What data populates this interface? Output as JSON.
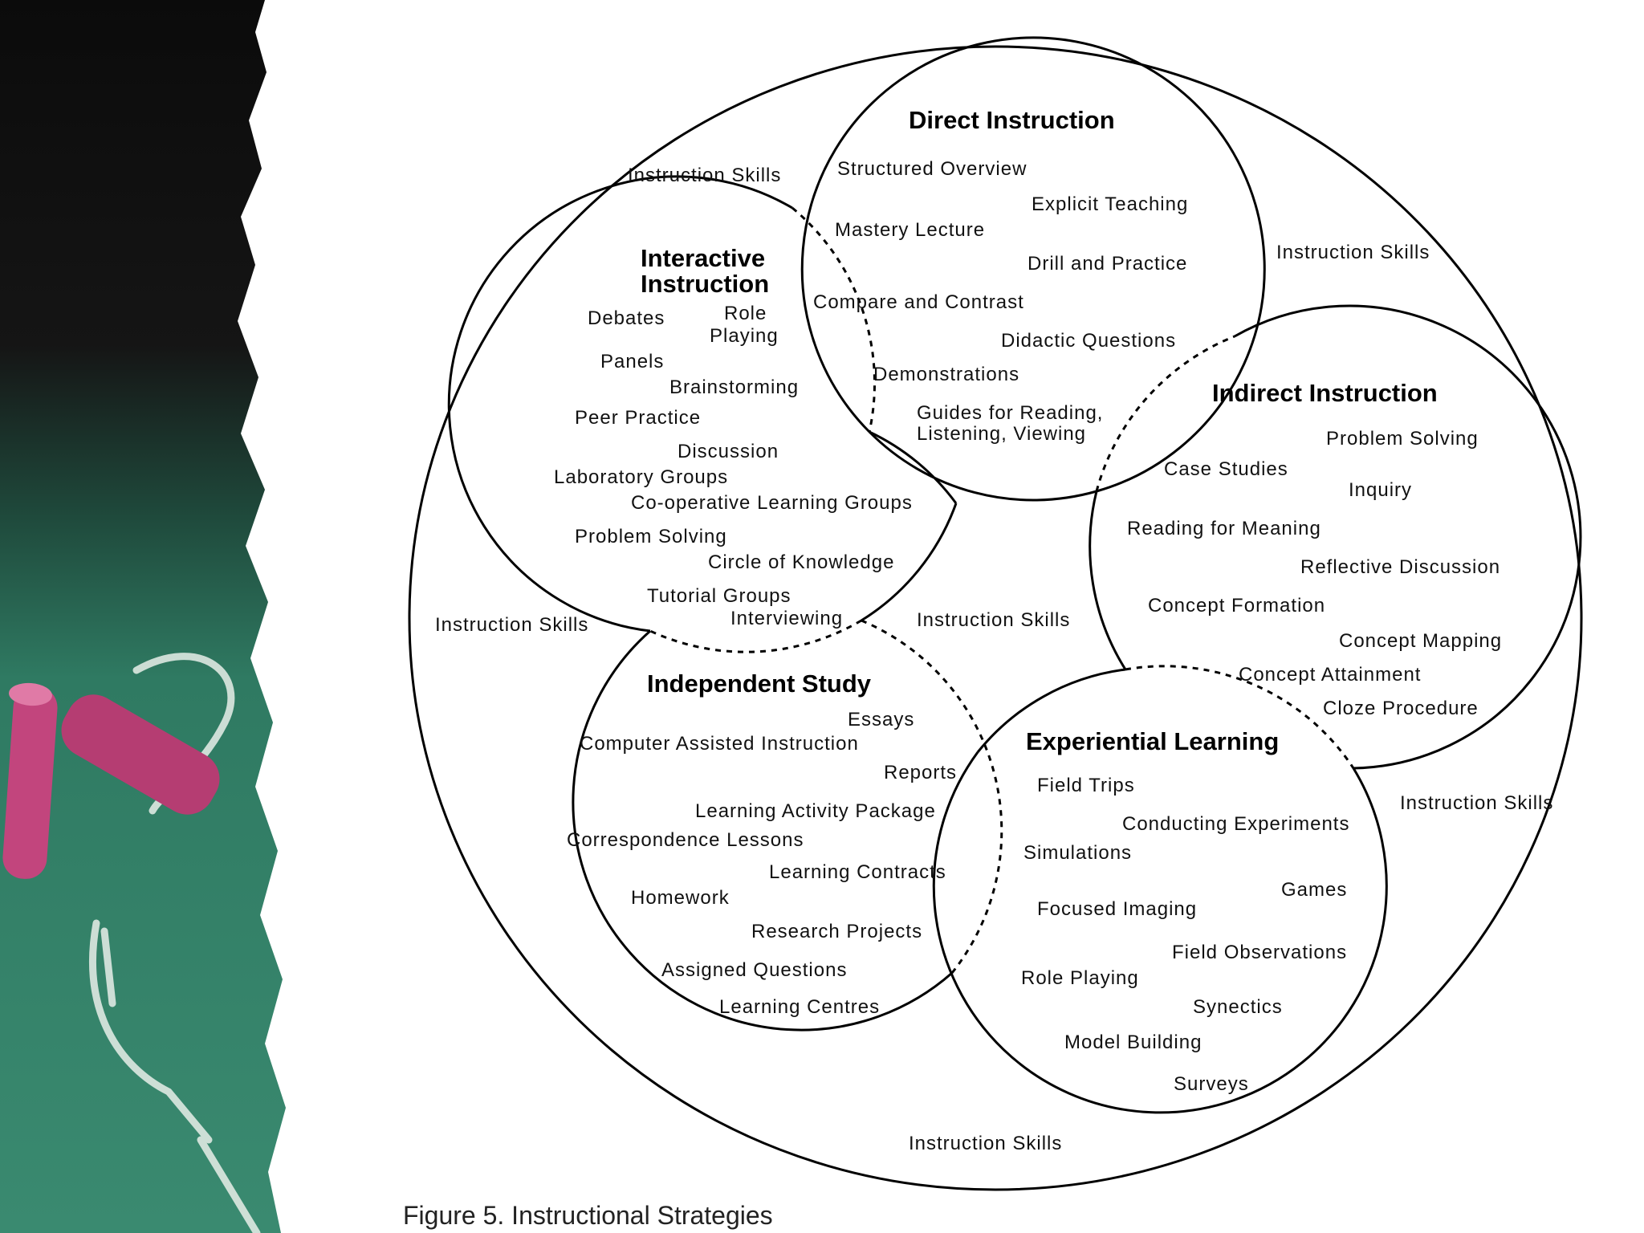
{
  "caption": "Figure 5. Instructional Strategies",
  "colors": {
    "chalkboard_green": "#2f7a62",
    "chalkboard_dark": "#0b0b0b",
    "chalk_pink": "#c2457d",
    "chalk_white": "#e8efe9",
    "diagram_line": "#000000"
  },
  "diagram": {
    "outer_label": "Instruction Skills",
    "circles": {
      "direct": {
        "title": "Direct Instruction",
        "items": [
          "Structured Overview",
          "Explicit Teaching",
          "Mastery Lecture",
          "Drill and Practice",
          "Compare and Contrast",
          "Didactic Questions",
          "Demonstrations",
          "Guides for Reading,",
          "Listening, Viewing"
        ]
      },
      "interactive": {
        "title_line1": "Interactive",
        "title_line2": "Instruction",
        "items": [
          "Debates",
          "Role",
          "Playing",
          "Panels",
          "Brainstorming",
          "Peer Practice",
          "Discussion",
          "Laboratory Groups",
          "Co-operative Learning Groups",
          "Problem Solving",
          "Circle of Knowledge",
          "Tutorial Groups",
          "Interviewing"
        ]
      },
      "indirect": {
        "title": "Indirect Instruction",
        "items": [
          "Problem Solving",
          "Case Studies",
          "Inquiry",
          "Reading for Meaning",
          "Reflective Discussion",
          "Concept Formation",
          "Concept Mapping",
          "Concept Attainment",
          "Cloze Procedure"
        ]
      },
      "independent": {
        "title": "Independent Study",
        "items": [
          "Essays",
          "Computer Assisted Instruction",
          "Reports",
          "Learning Activity Package",
          "Correspondence Lessons",
          "Learning Contracts",
          "Homework",
          "Research Projects",
          "Assigned Questions",
          "Learning Centres"
        ]
      },
      "experiential": {
        "title": "Experiential Learning",
        "items": [
          "Field Trips",
          "Conducting Experiments",
          "Simulations",
          "Games",
          "Focused Imaging",
          "Field Observations",
          "Role Playing",
          "Synectics",
          "Model Building",
          "Surveys"
        ]
      }
    }
  }
}
